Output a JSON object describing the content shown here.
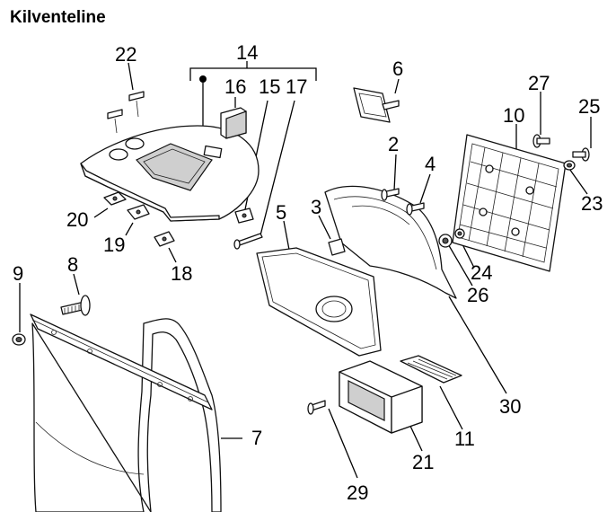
{
  "title": "Kilventeline",
  "callouts": [
    {
      "id": "c22",
      "label": "22"
    },
    {
      "id": "c14",
      "label": "14"
    },
    {
      "id": "c16",
      "label": "16"
    },
    {
      "id": "c15",
      "label": "15"
    },
    {
      "id": "c17",
      "label": "17"
    },
    {
      "id": "c6",
      "label": "6"
    },
    {
      "id": "c27",
      "label": "27"
    },
    {
      "id": "c25",
      "label": "25"
    },
    {
      "id": "c10",
      "label": "10"
    },
    {
      "id": "c2",
      "label": "2"
    },
    {
      "id": "c4",
      "label": "4"
    },
    {
      "id": "c23",
      "label": "23"
    },
    {
      "id": "c3",
      "label": "3"
    },
    {
      "id": "c5",
      "label": "5"
    },
    {
      "id": "c20",
      "label": "20"
    },
    {
      "id": "c19",
      "label": "19"
    },
    {
      "id": "c18",
      "label": "18"
    },
    {
      "id": "c9",
      "label": "9"
    },
    {
      "id": "c8",
      "label": "8"
    },
    {
      "id": "c24",
      "label": "24"
    },
    {
      "id": "c26",
      "label": "26"
    },
    {
      "id": "c30",
      "label": "30"
    },
    {
      "id": "c7",
      "label": "7"
    },
    {
      "id": "c11",
      "label": "11"
    },
    {
      "id": "c21",
      "label": "21"
    },
    {
      "id": "c29",
      "label": "29"
    }
  ]
}
